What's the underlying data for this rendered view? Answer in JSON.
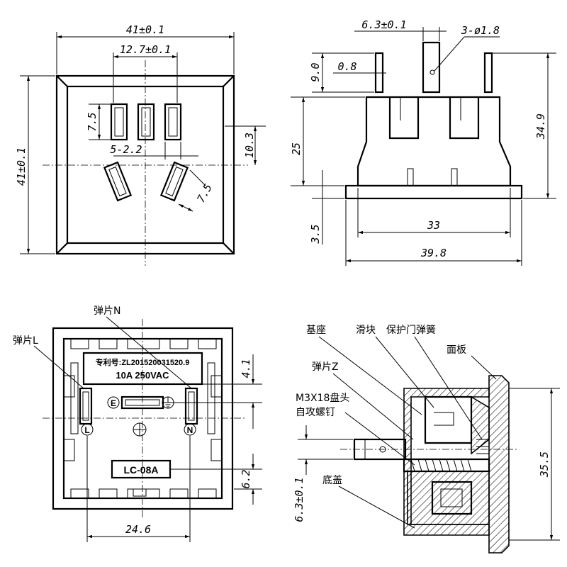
{
  "views": {
    "front": {
      "width": "41±0.1",
      "height": "41±0.1",
      "slot_pitch": "12.7±0.1",
      "slot_length": "7.5",
      "slot_gap": "5-2.2",
      "slot_offset": "10.3",
      "angled_slot_length": "7.5"
    },
    "side": {
      "tab_width": "6.3±0.1",
      "hole": "3-ø1.8",
      "pin_height": "9.0",
      "pin_thickness": "0.8",
      "body_height": "25",
      "total_height": "34.9",
      "flange": "3.5",
      "inner_width": "33",
      "outer_width": "39.8"
    },
    "back": {
      "label_n": "弹片N",
      "label_l": "弹片L",
      "patent": "专利号:ZL201520031520.9",
      "rating": "10A 250VAC",
      "model": "LC-08A",
      "mark_e": "E",
      "mark_l": "L",
      "mark_n": "N",
      "dim_top": "4.1",
      "dim_bottom": "6.2",
      "dim_width": "24.6"
    },
    "section": {
      "base": "基座",
      "slider": "滑块",
      "door_spring": "保护门弹簧",
      "panel": "面板",
      "spring_z": "弹片Z",
      "screw_line1": "M3X18盘头",
      "screw_line2": "自攻螺钉",
      "bottom_cover": "底盖",
      "height": "35.5",
      "tab": "6.3±0.1"
    }
  }
}
